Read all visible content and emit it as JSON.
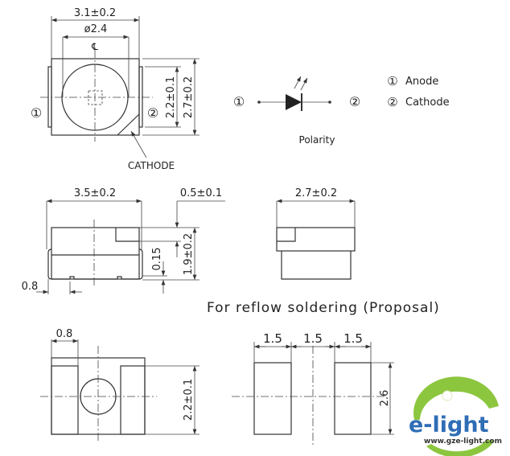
{
  "top_view": {
    "width_dim": "3.1±0.2",
    "lens_dim": "ø2.4",
    "pad_height_dim": "2.2±0.1",
    "height_dim": "2.7±0.2",
    "pin1": "①",
    "pin2": "②",
    "cathode_label": "CATHODE",
    "centerline": "℄"
  },
  "polarity": {
    "pin1": "①",
    "pin2": "②",
    "label": "Polarity",
    "legend": [
      {
        "num": "①",
        "name": "Anode"
      },
      {
        "num": "②",
        "name": "Cathode"
      }
    ]
  },
  "side_view": {
    "length_dim": "3.5±0.2",
    "notch_dim": "0.5±0.1",
    "height_dim": "1.9±0.2",
    "gap_dim": "0.15",
    "lead_dim": "0.8"
  },
  "front_view": {
    "width_dim": "2.7±0.2"
  },
  "reflow_title": "For reflow soldering (Proposal)",
  "bottom_view": {
    "pad_dim": "0.8",
    "pad_height_dim": "2.2±0.1"
  },
  "pad_layout": {
    "dims": [
      "1.5",
      "1.5",
      "1.5"
    ],
    "height_dim": "2.6"
  },
  "logo": {
    "brand": "e-light",
    "url": "www.gze-light.com",
    "colors": {
      "green": "#8cc63f",
      "blue": "#2f6db5"
    }
  }
}
